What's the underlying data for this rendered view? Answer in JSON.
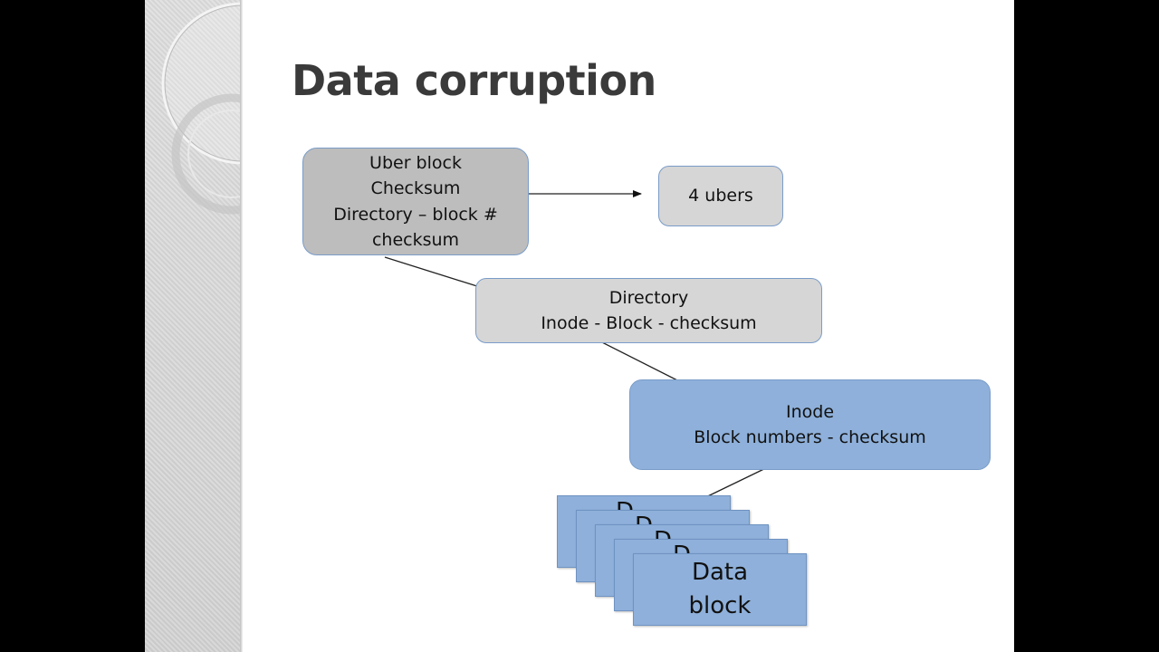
{
  "slide": {
    "title": "Data corruption",
    "colors": {
      "gray_dark_box": "#bdbdbd",
      "gray_light_box": "#d6d6d6",
      "blue_box": "#8eb0da",
      "box_border": "#7a9cc8",
      "title_text": "#3a3a3a"
    }
  },
  "diagram": {
    "nodes": {
      "uber_block": {
        "lines": [
          "Uber block",
          "Checksum",
          "Directory – block #",
          "checksum"
        ]
      },
      "ubers": {
        "lines": [
          "4 ubers"
        ]
      },
      "directory": {
        "lines": [
          "Directory",
          "Inode - Block - checksum"
        ]
      },
      "inode": {
        "lines": [
          "Inode",
          "Block numbers - checksum"
        ]
      },
      "data_blocks": {
        "count": 5,
        "peek_label": "D",
        "lines": [
          "Data",
          "block"
        ]
      }
    },
    "edges": [
      {
        "from": "uber_block",
        "to": "ubers"
      },
      {
        "from": "uber_block",
        "to": "directory"
      },
      {
        "from": "directory",
        "to": "inode"
      },
      {
        "from": "inode",
        "to": "data_blocks"
      }
    ]
  }
}
